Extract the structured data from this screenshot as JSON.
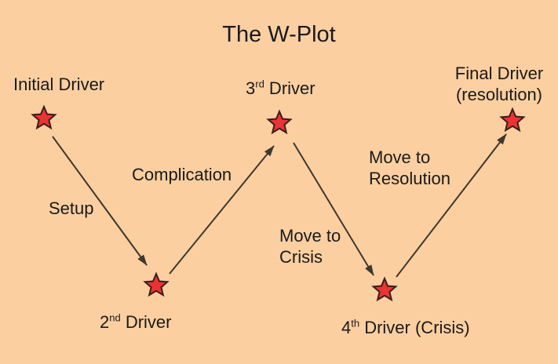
{
  "title": "The W-Plot",
  "nodes": {
    "initial": {
      "label": "Initial Driver"
    },
    "second": {
      "num": "2",
      "ord": "nd",
      "rest": " Driver"
    },
    "third": {
      "num": "3",
      "ord": "rd",
      "rest": " Driver"
    },
    "fourth": {
      "num": "4",
      "ord": "th",
      "rest": " Driver (Crisis)"
    },
    "final": {
      "line1": "Final Driver",
      "line2": "(resolution)"
    }
  },
  "edges": {
    "setup": {
      "label": "Setup"
    },
    "complication": {
      "label": "Complication"
    },
    "crisis": {
      "line1": "Move to",
      "line2": "Crisis"
    },
    "resolution": {
      "line1": "Move to",
      "line2": "Resolution"
    }
  },
  "colors": {
    "background": "#fbcfa0",
    "text": "#1a1a1a",
    "star_fill": "#ee3134",
    "star_stroke": "#38201a",
    "arrow": "#3e382d"
  }
}
